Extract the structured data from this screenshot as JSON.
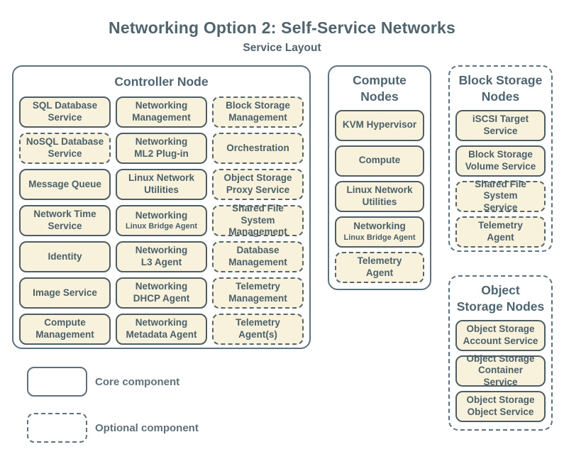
{
  "title": "Networking Option 2: Self-Service Networks",
  "subtitle": "Service Layout",
  "colors": {
    "background": "#ffffff",
    "box_fill": "#f8f2dc",
    "box_border": "#4e5d64",
    "box_text": "#4b6069",
    "outer_border": "#5d727d",
    "heading_text": "#4e6470",
    "title_text": "#50646e",
    "legend_text": "#5e707a"
  },
  "containers": [
    {
      "id": "controller",
      "title": "Controller Node",
      "border": "solid",
      "items": [
        {
          "label": "SQL Database\nService",
          "optional": false
        },
        {
          "label": "Networking\nManagement",
          "optional": false
        },
        {
          "label": "Block Storage\nManagement",
          "optional": true
        },
        {
          "label": "NoSQL Database\nService",
          "optional": true
        },
        {
          "label": "Networking\nML2 Plug-in",
          "optional": false
        },
        {
          "label": "Orchestration",
          "optional": true
        },
        {
          "label": "Message Queue",
          "optional": false
        },
        {
          "label": "Linux Network\nUtilities",
          "optional": false
        },
        {
          "label": "Object Storage\nProxy Service",
          "optional": true
        },
        {
          "label": "Network Time\nService",
          "optional": false
        },
        {
          "label": "Networking",
          "sublabel": "Linux Bridge Agent",
          "optional": false
        },
        {
          "label": "Shared File System\nManagement",
          "optional": true
        },
        {
          "label": "Identity",
          "optional": false
        },
        {
          "label": "Networking\nL3 Agent",
          "optional": false
        },
        {
          "label": "Database\nManagement",
          "optional": true
        },
        {
          "label": "Image Service",
          "optional": false
        },
        {
          "label": "Networking\nDHCP Agent",
          "optional": false
        },
        {
          "label": "Telemetry\nManagement",
          "optional": true
        },
        {
          "label": "Compute\nManagement",
          "optional": false
        },
        {
          "label": "Networking\nMetadata Agent",
          "optional": false
        },
        {
          "label": "Telemetry\nAgent(s)",
          "optional": true
        }
      ]
    },
    {
      "id": "compute",
      "title": "Compute\nNodes",
      "border": "solid",
      "items": [
        {
          "label": "KVM Hypervisor",
          "optional": false
        },
        {
          "label": "Compute",
          "optional": false
        },
        {
          "label": "Linux Network\nUtilities",
          "optional": false
        },
        {
          "label": "Networking",
          "sublabel": "Linux Bridge Agent",
          "optional": false
        },
        {
          "label": "Telemetry\nAgent",
          "optional": true
        }
      ]
    },
    {
      "id": "block-storage",
      "title": "Block Storage\nNodes",
      "border": "dashed",
      "items": [
        {
          "label": "iSCSI Target\nService",
          "optional": false
        },
        {
          "label": "Block Storage\nVolume Service",
          "optional": false
        },
        {
          "label": "Shared File System\nService",
          "optional": true
        },
        {
          "label": "Telemetry\nAgent",
          "optional": true
        }
      ]
    },
    {
      "id": "object-storage",
      "title": "Object\nStorage Nodes",
      "border": "dashed",
      "items": [
        {
          "label": "Object Storage\nAccount Service",
          "optional": false
        },
        {
          "label": "Object Storage\nContainer Service",
          "optional": false
        },
        {
          "label": "Object Storage\nObject Service",
          "optional": false
        }
      ]
    }
  ],
  "legend": [
    {
      "style": "solid",
      "label": "Core component"
    },
    {
      "style": "dashed",
      "label": "Optional component"
    }
  ]
}
